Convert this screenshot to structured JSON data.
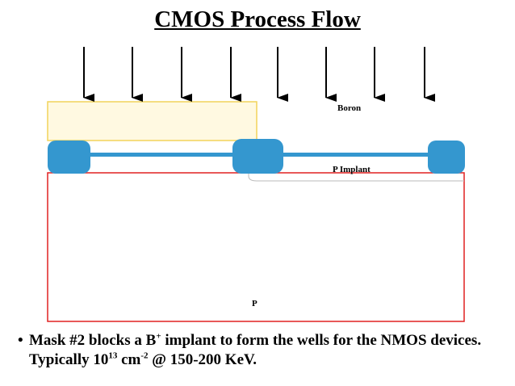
{
  "title": "CMOS Process Flow",
  "diagram": {
    "implant_species_label": "Boron",
    "implant_region_label": "P Implant",
    "substrate_label": "P",
    "arrow_count": 8,
    "colors": {
      "mask": "#fff9e1",
      "mask_border": "#f2d35a",
      "oxide": "#3497cf",
      "substrate_border": "#e02020",
      "implant_outline": "#bbbbbb"
    }
  },
  "bullet": {
    "symbol": "•",
    "part1": "Mask #2 blocks a B",
    "sup1": "+",
    "part2": " implant to form the wells for the NMOS devices. Typically 10",
    "sup2": "13",
    "part3": " cm",
    "sup3": "-2",
    "part4": " @ 150-200 KeV."
  }
}
